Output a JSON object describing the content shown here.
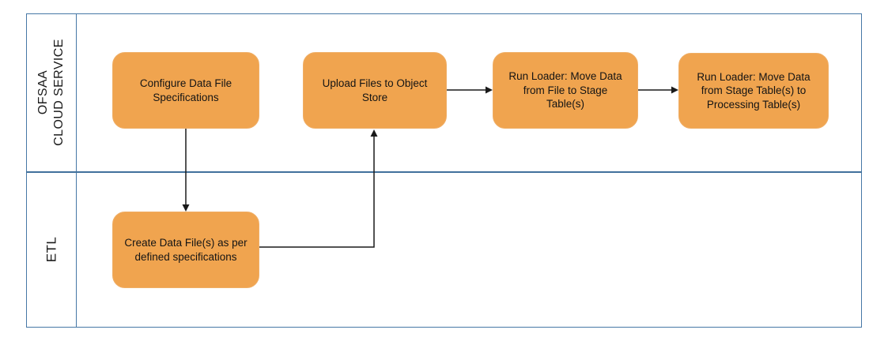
{
  "diagram": {
    "type": "swimlane-flowchart",
    "lanes": [
      {
        "label": "OFSAA\nCLOUD SERVICE"
      },
      {
        "label": "ETL"
      }
    ],
    "nodes": [
      {
        "label": "Configure Data File Specifications",
        "lane": "OFSAA CLOUD SERVICE"
      },
      {
        "label": "Upload Files to Object Store",
        "lane": "OFSAA CLOUD SERVICE"
      },
      {
        "label": "Run Loader: Move Data from File to Stage Table(s)",
        "lane": "OFSAA CLOUD SERVICE"
      },
      {
        "label": "Run Loader: Move Data from Stage Table(s) to Processing Table(s)",
        "lane": "OFSAA CLOUD SERVICE"
      },
      {
        "label": "Create Data File(s) as per defined specifications",
        "lane": "ETL"
      }
    ],
    "edges": [
      {
        "from": "Configure Data File Specifications",
        "to": "Create Data File(s) as per defined specifications"
      },
      {
        "from": "Create Data File(s) as per defined specifications",
        "to": "Upload Files to Object Store"
      },
      {
        "from": "Upload Files to Object Store",
        "to": "Run Loader: Move Data from File to Stage Table(s)"
      },
      {
        "from": "Run Loader: Move Data from File to Stage Table(s)",
        "to": "Run Loader: Move Data from Stage Table(s) to Processing Table(s)"
      }
    ],
    "colors": {
      "node_fill": "#F0A44F",
      "lane_border": "#41719C",
      "arrow": "#1A1A1A",
      "text": "#141414",
      "background": "#FFFFFF"
    }
  }
}
